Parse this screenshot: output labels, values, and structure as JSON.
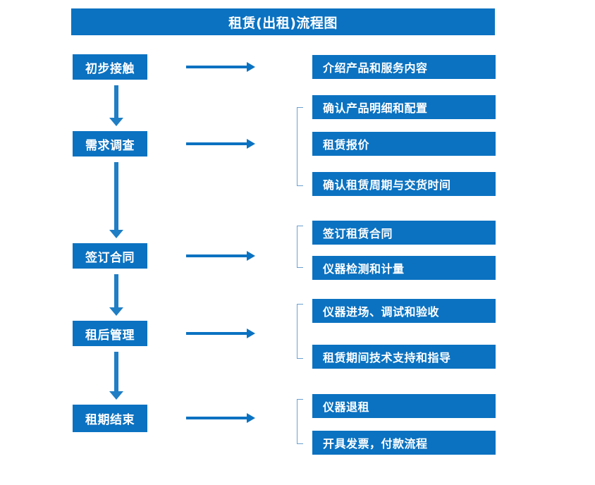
{
  "title": "租赁(出租)流程图",
  "accent_color": "#0b72c1",
  "bracket_color": "#6b9fd0",
  "stages": [
    {
      "label": "初步接触"
    },
    {
      "label": "需求调查"
    },
    {
      "label": "签订合同"
    },
    {
      "label": "租后管理"
    },
    {
      "label": "租期结束"
    }
  ],
  "details": [
    {
      "label": "介绍产品和服务内容"
    },
    {
      "label": "确认产品明细和配置"
    },
    {
      "label": "租赁报价"
    },
    {
      "label": "确认租赁周期与交货时间"
    },
    {
      "label": "签订租赁合同"
    },
    {
      "label": "仪器检测和计量"
    },
    {
      "label": "仪器进场、调试和验收"
    },
    {
      "label": "租赁期间技术支持和指导"
    },
    {
      "label": "仪器退租"
    },
    {
      "label": "开具发票，付款流程"
    }
  ],
  "chart_data": {
    "type": "diagram",
    "title": "租赁(出租)流程图",
    "diagram_kind": "flowchart",
    "orientation": "vertical-with-side-branches",
    "nodes": [
      {
        "id": "stage-1",
        "label": "初步接触",
        "column": "left",
        "order": 1
      },
      {
        "id": "stage-2",
        "label": "需求调查",
        "column": "left",
        "order": 2
      },
      {
        "id": "stage-3",
        "label": "签订合同",
        "column": "left",
        "order": 3
      },
      {
        "id": "stage-4",
        "label": "租后管理",
        "column": "left",
        "order": 4
      },
      {
        "id": "stage-5",
        "label": "租期结束",
        "column": "left",
        "order": 5
      },
      {
        "id": "detail-1",
        "label": "介绍产品和服务内容",
        "column": "right",
        "parent": "stage-1"
      },
      {
        "id": "detail-2",
        "label": "确认产品明细和配置",
        "column": "right",
        "parent": "stage-2"
      },
      {
        "id": "detail-3",
        "label": "租赁报价",
        "column": "right",
        "parent": "stage-2"
      },
      {
        "id": "detail-4",
        "label": "确认租赁周期与交货时间",
        "column": "right",
        "parent": "stage-2"
      },
      {
        "id": "detail-5",
        "label": "签订租赁合同",
        "column": "right",
        "parent": "stage-3"
      },
      {
        "id": "detail-6",
        "label": "仪器检测和计量",
        "column": "right",
        "parent": "stage-3"
      },
      {
        "id": "detail-7",
        "label": "仪器进场、调试和验收",
        "column": "right",
        "parent": "stage-4"
      },
      {
        "id": "detail-8",
        "label": "租赁期间技术支持和指导",
        "column": "right",
        "parent": "stage-4"
      },
      {
        "id": "detail-9",
        "label": "仪器退租",
        "column": "right",
        "parent": "stage-5"
      },
      {
        "id": "detail-10",
        "label": "开具发票，付款流程",
        "column": "right",
        "parent": "stage-5"
      }
    ],
    "edges": [
      {
        "from": "stage-1",
        "to": "stage-2",
        "kind": "vertical-arrow"
      },
      {
        "from": "stage-2",
        "to": "stage-3",
        "kind": "vertical-arrow"
      },
      {
        "from": "stage-3",
        "to": "stage-4",
        "kind": "vertical-arrow"
      },
      {
        "from": "stage-4",
        "to": "stage-5",
        "kind": "vertical-arrow"
      },
      {
        "from": "stage-1",
        "to": "detail-1",
        "kind": "horizontal-arrow"
      },
      {
        "from": "stage-2",
        "to": "detail-2",
        "kind": "horizontal-arrow"
      },
      {
        "from": "stage-3",
        "to": "detail-5",
        "kind": "horizontal-arrow"
      },
      {
        "from": "stage-4",
        "to": "detail-7",
        "kind": "horizontal-arrow"
      },
      {
        "from": "stage-5",
        "to": "detail-9",
        "kind": "horizontal-arrow"
      }
    ],
    "groups": [
      {
        "parent": "stage-2",
        "members": [
          "detail-2",
          "detail-3",
          "detail-4"
        ]
      },
      {
        "parent": "stage-3",
        "members": [
          "detail-5",
          "detail-6"
        ]
      },
      {
        "parent": "stage-4",
        "members": [
          "detail-7",
          "detail-8"
        ]
      },
      {
        "parent": "stage-5",
        "members": [
          "detail-9",
          "detail-10"
        ]
      }
    ]
  }
}
